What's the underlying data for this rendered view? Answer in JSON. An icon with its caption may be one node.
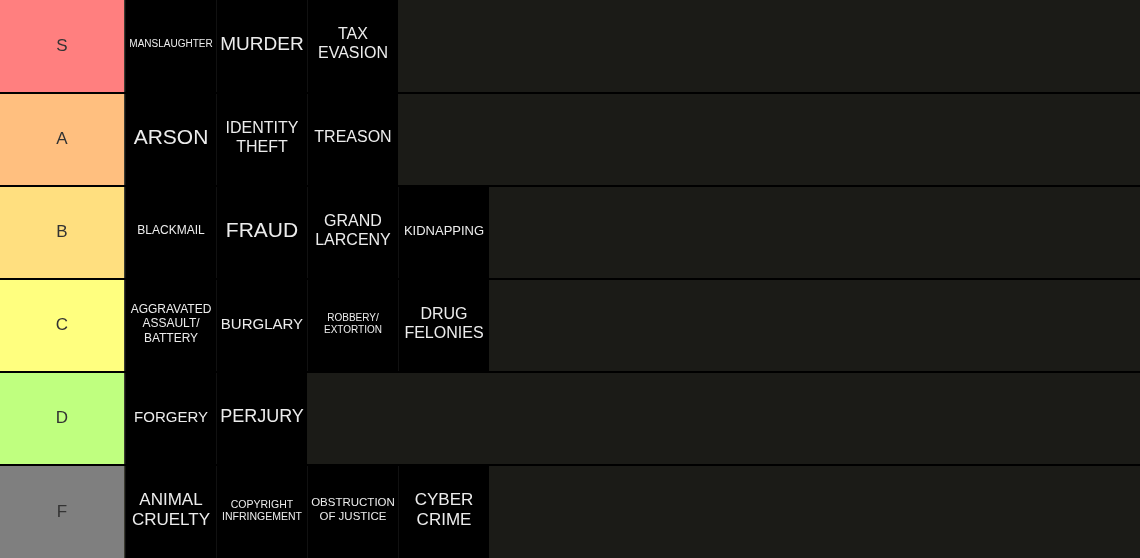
{
  "diagram": {
    "nodes": [
      {
        "text": [
          "S"
        ]
      },
      {
        "text": [
          "MANSLAUGHTER"
        ]
      },
      {
        "text": [
          "MURDER"
        ]
      },
      {
        "text": [
          "TAX EVASION"
        ]
      },
      {
        "text": [
          "A"
        ]
      },
      {
        "text": [
          "ARSON"
        ]
      },
      {
        "text": [
          "IDENTITY THEFT"
        ]
      },
      {
        "text": [
          "TREASON"
        ]
      },
      {
        "text": [
          "B"
        ]
      },
      {
        "text": [
          "BLACKMAIL"
        ]
      },
      {
        "text": [
          "FRAUD"
        ]
      },
      {
        "text": [
          "GRAND LARCENY"
        ]
      },
      {
        "text": [
          "KIDNAPPING"
        ]
      },
      {
        "text": [
          "C"
        ]
      },
      {
        "text": [
          "AGGRAVATED ASSAULT/ BATTERY"
        ]
      },
      {
        "text": [
          "BURGLARY"
        ]
      },
      {
        "text": [
          "ROBBERY/ EXTORTION"
        ]
      },
      {
        "text": [
          "DRUG FELONIES"
        ]
      },
      {
        "text": [
          "D"
        ]
      },
      {
        "text": [
          "FORGERY"
        ]
      },
      {
        "text": [
          "PERJURY"
        ]
      },
      {
        "text": [
          "F"
        ]
      },
      {
        "text": [
          "ANIMAL CRUELTY"
        ]
      },
      {
        "text": [
          "COPYRIGHT INFRINGEMENT"
        ]
      },
      {
        "text": [
          "OBSTRUCTION OF JUSTICE"
        ]
      },
      {
        "text": [
          "CYBER CRIME"
        ]
      }
    ]
  }
}
